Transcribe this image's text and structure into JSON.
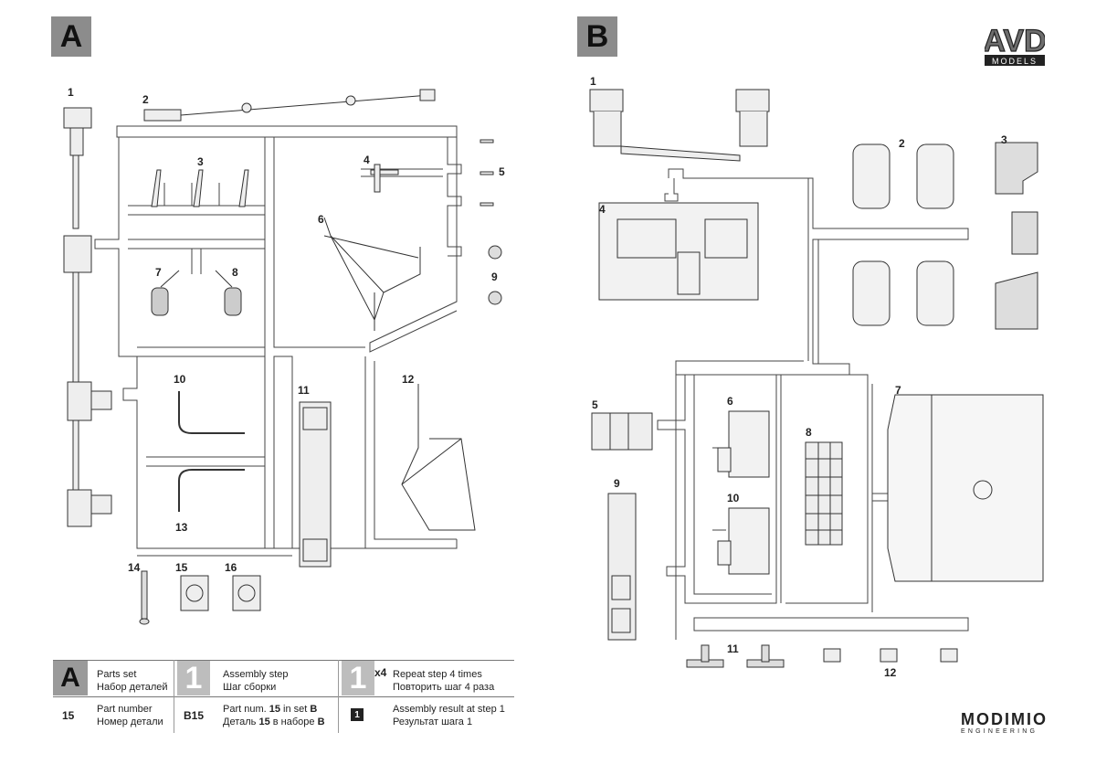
{
  "sheets": {
    "a_letter": "A",
    "b_letter": "B"
  },
  "logos": {
    "avd_main": "AVD",
    "avd_sub": "MODELS",
    "modimio_main": "MODIMIO",
    "modimio_sub": "ENGINEERING"
  },
  "parts_a": [
    "1",
    "2",
    "3",
    "4",
    "5",
    "6",
    "7",
    "8",
    "9",
    "10",
    "11",
    "12",
    "13",
    "14",
    "15",
    "16"
  ],
  "parts_b": [
    "1",
    "2",
    "3",
    "4",
    "5",
    "6",
    "7",
    "8",
    "9",
    "10",
    "11",
    "12"
  ],
  "legend": {
    "set_letter": "A",
    "set_en": "Parts set",
    "set_ru": "Набор деталей",
    "step_num": "1",
    "step_en": "Assembly step",
    "step_ru": "Шаг сборки",
    "repeat_num": "1",
    "repeat_mult": "x4",
    "repeat_en": "Repeat step 4 times",
    "repeat_ru": "Повторить шаг 4 раза",
    "part_example": "15",
    "part_en": "Part number",
    "part_ru": "Номер детали",
    "setpart_example": "B15",
    "setpart_en_a": "Part num. ",
    "setpart_en_b": "15",
    "setpart_en_c": " in set ",
    "setpart_en_d": "B",
    "setpart_ru_a": "Деталь ",
    "setpart_ru_b": "15",
    "setpart_ru_c": " в наборе ",
    "setpart_ru_d": "B",
    "result_num": "1",
    "result_en": "Assembly result at step 1",
    "result_ru": "Результат шага 1"
  },
  "colors": {
    "badge": "#8c8c8c",
    "sprue": "#c8c8c8",
    "line": "#333333"
  }
}
